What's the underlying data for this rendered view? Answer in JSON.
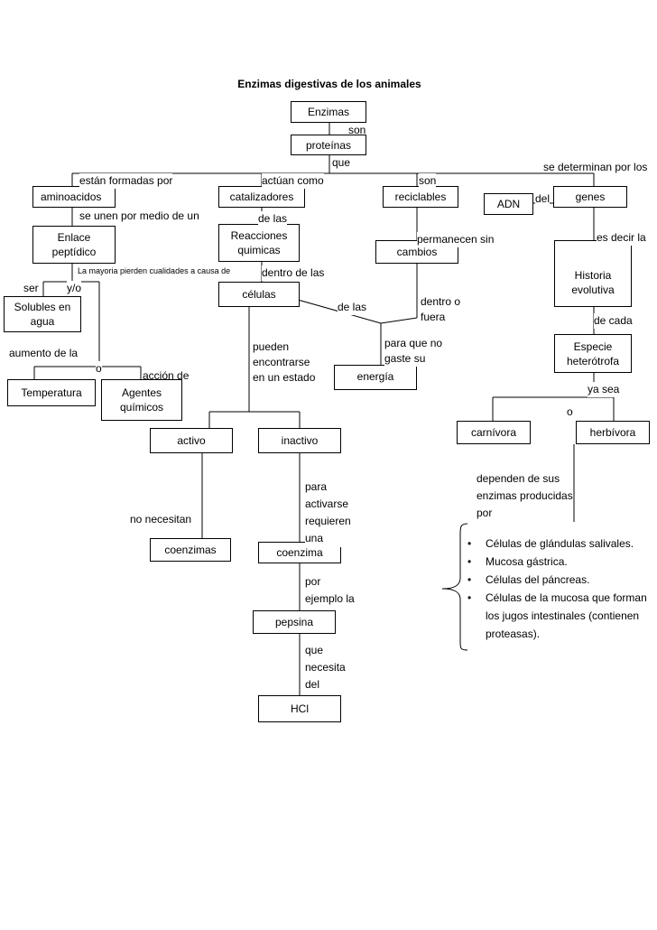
{
  "title": "Enzimas digestivas de los animales",
  "boxes": {
    "enzimas": "Enzimas",
    "proteinas": "proteínas",
    "aminoacidos": "aminoacidos",
    "catalizadores": "catalizadores",
    "reciclables": "reciclables",
    "adn": "ADN",
    "genes": "genes",
    "enlace_peptidico": "Enlace\npeptídico",
    "reacciones_quimicas": "Reacciones\nquimicas",
    "cambios": "cambios",
    "historia_evolutiva": "Historia\nevolutiva",
    "solubles_en_agua": "Solubles en\nagua",
    "celulas": "células",
    "especie_heterotrofa": "Especie\nheterótrofa",
    "energia": "energía",
    "temperatura": "Temperatura",
    "agentes_quimicos": "Agentes\nquímicos",
    "carnivora": "carnívora",
    "herbivora": "herbívora",
    "activo": "activo",
    "inactivo": "inactivo",
    "coenzimas": "coenzimas",
    "coenzima": "coenzima",
    "pepsina": "pepsina",
    "hcl": "HCl"
  },
  "labels": {
    "son_1": "son",
    "que": "que",
    "estan_formadas_por": "están formadas por",
    "actuan_como": "actúan como",
    "son_2": "son",
    "se_determinan_por_los": "se determinan por los",
    "del": "del",
    "se_unen_por_medio_de_un": "se unen por medio de un",
    "de_las_1": "de las",
    "permanecen_sin": "permanecen sin",
    "es_decir_la": "es decir la",
    "la_mayoria": "La mayoria pierden cualidades a causa de",
    "dentro_de_las": "dentro de las",
    "ser": "ser",
    "y_o": "y/o",
    "dentro_o_fuera": "dentro o\nfuera",
    "de_las_2": "de las",
    "de_cada": "de cada",
    "pueden_encontrarse": "pueden\nencontrarse\nen un estado",
    "para_que_no_gaste_su": "para que no\ngaste su",
    "aumento_de_la": "aumento de la",
    "o_1": "o",
    "accion_de": "acción de",
    "ya_sea": "ya sea",
    "o_2": "o",
    "dependen_de_sus": "dependen de sus\nenzimas producidas\npor",
    "no_necesitan": "no necesitan",
    "para_activarse": "para\nactivarse\nrequieren\nuna",
    "por_ejemplo_la": "por\nejemplo la",
    "que_necesita_del": "que\nnecesita\ndel"
  },
  "cell_list": [
    "Células de glándulas salivales.",
    "Mucosa gástrica.",
    "Células del páncreas.",
    "Células de la mucosa que forman los jugos intestinales (contienen proteasas)."
  ]
}
